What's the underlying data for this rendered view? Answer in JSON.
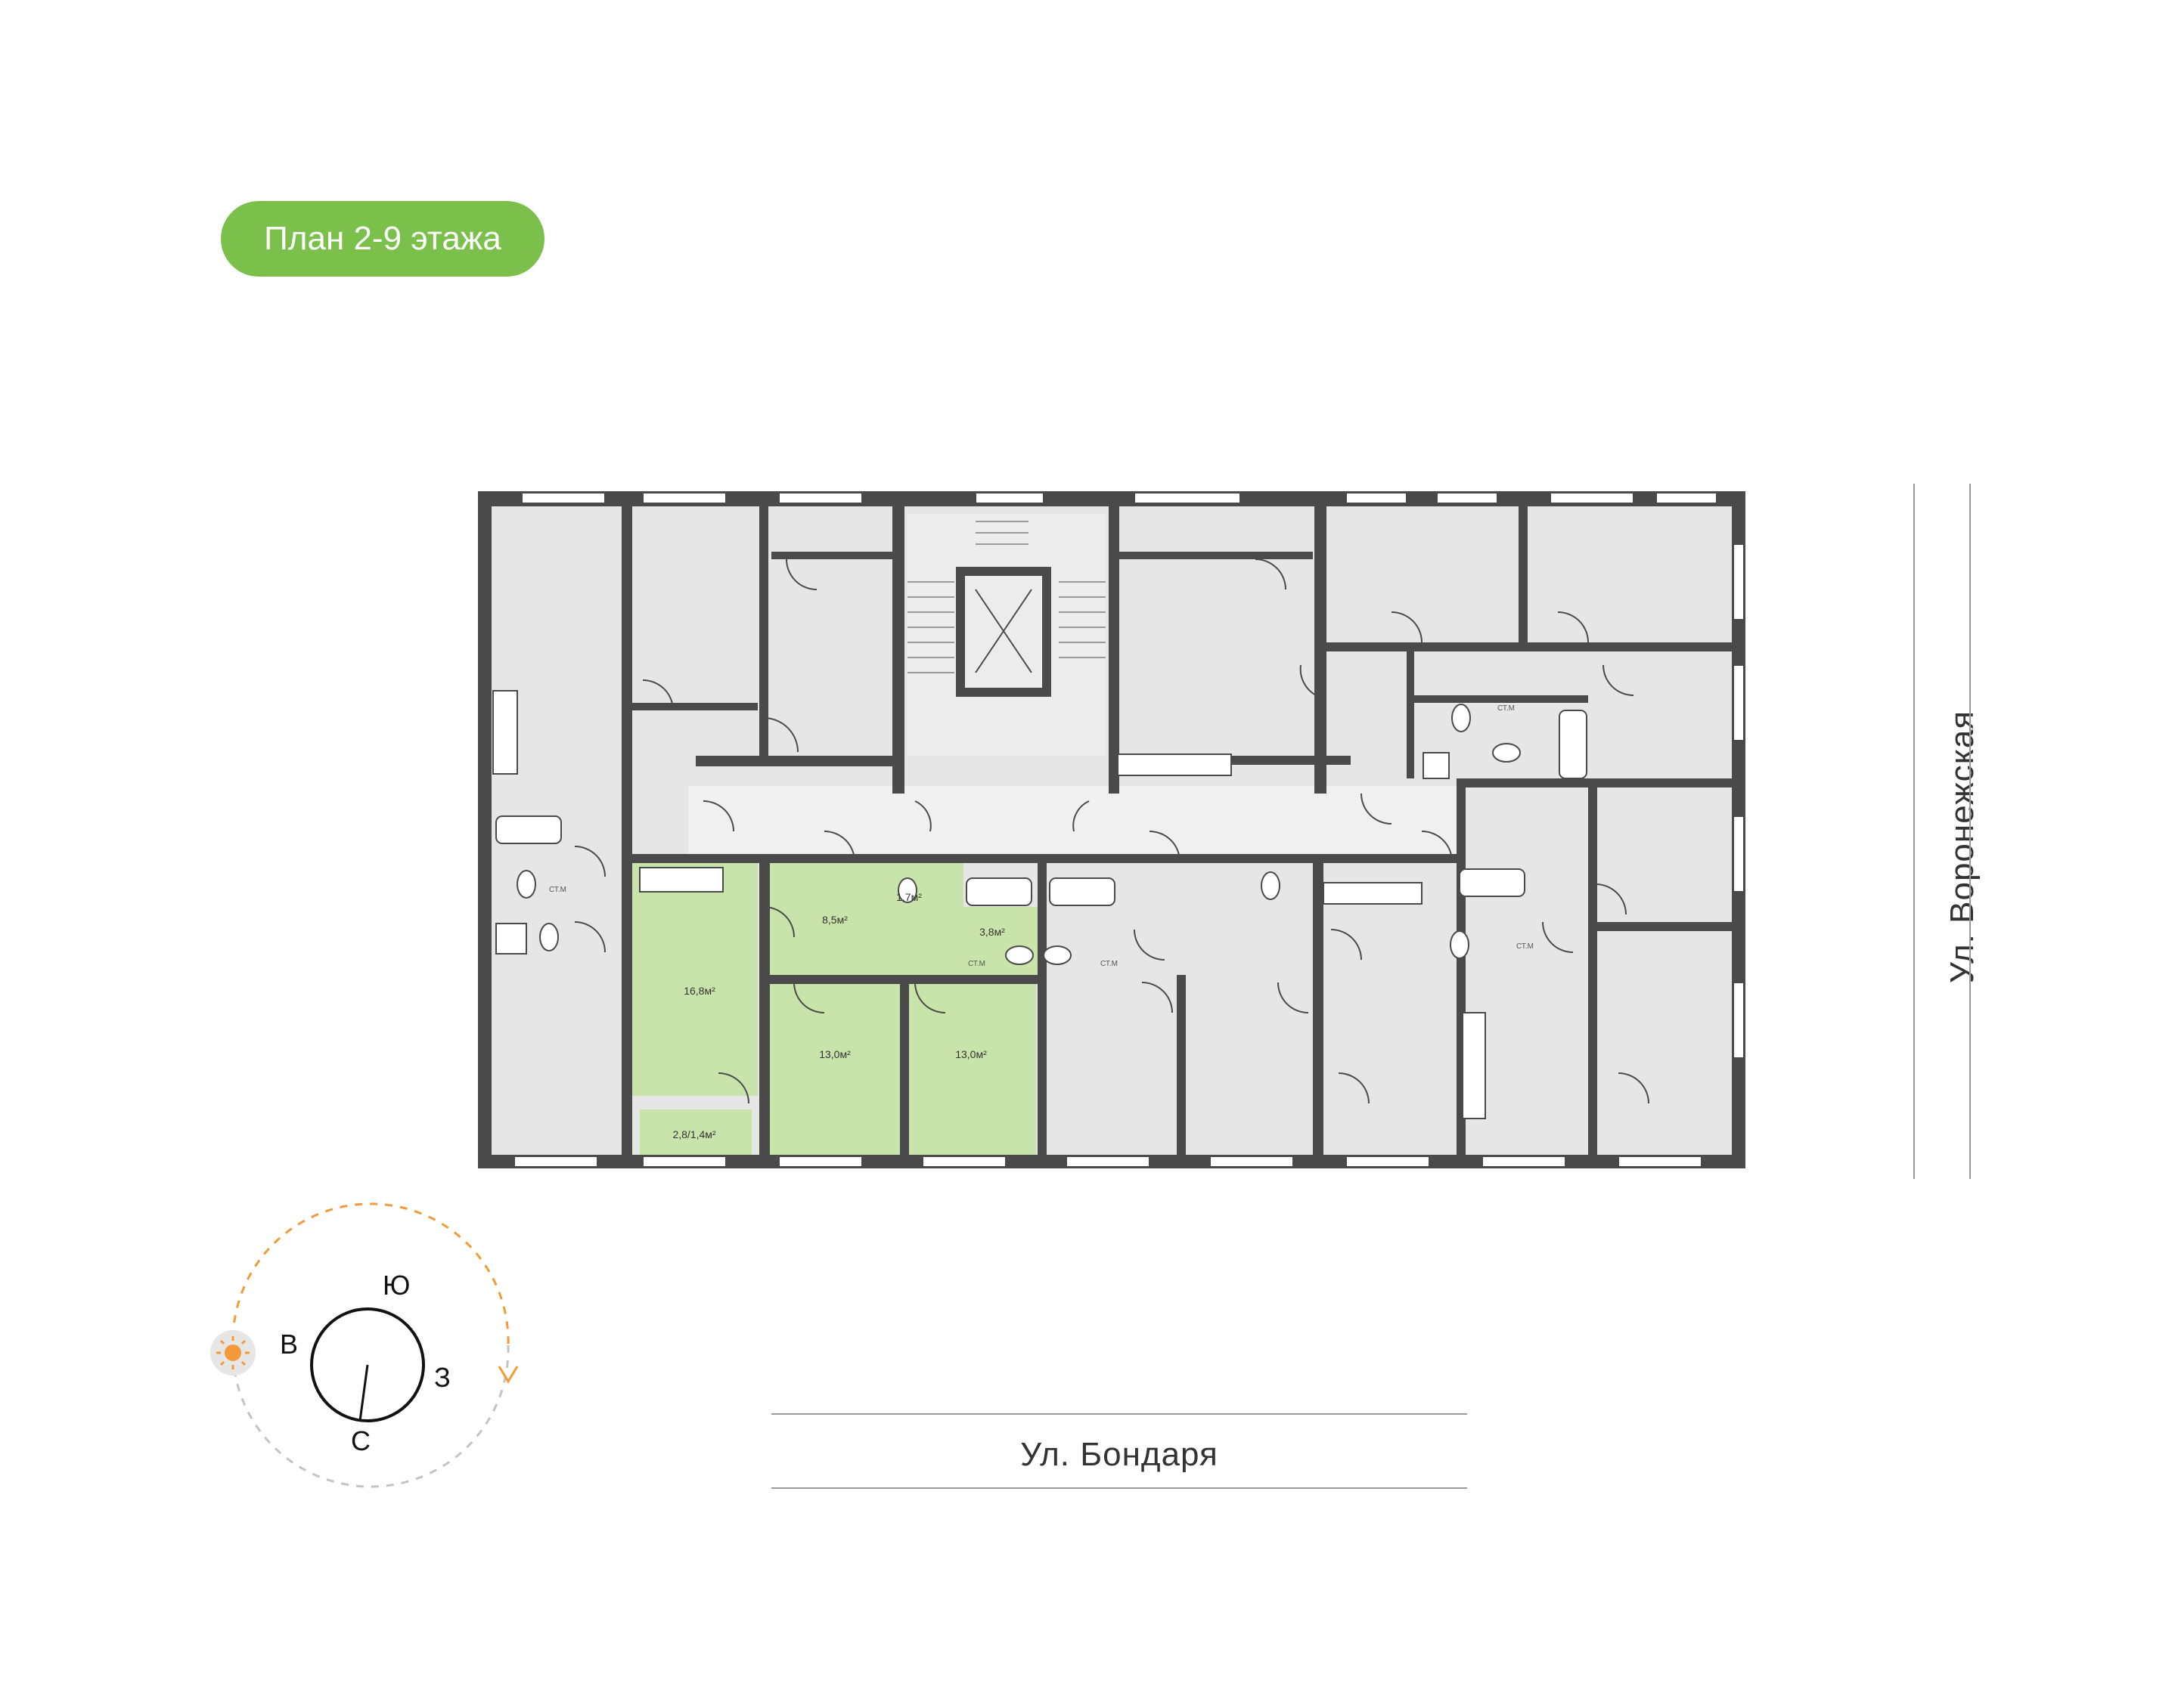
{
  "floor_plan_title": "План 2-9 этажа",
  "streets": {
    "bottom": "Ул. Бондаря",
    "right": "Ул. Воронежская"
  },
  "compass": {
    "south": "Ю",
    "east": "В",
    "west": "З",
    "north": "С"
  },
  "highlighted_apartment": {
    "color": "#c8e4aa",
    "rooms": [
      {
        "id": "kitchen-living",
        "area": "16,8м²"
      },
      {
        "id": "hall",
        "area": "8,5м²"
      },
      {
        "id": "wc",
        "area": "1,7м²"
      },
      {
        "id": "bathroom",
        "area": "3,8м²"
      },
      {
        "id": "bedroom-1",
        "area": "13,0м²"
      },
      {
        "id": "bedroom-2",
        "area": "13,0м²"
      },
      {
        "id": "balcony",
        "area": "2,8/1,4м²"
      }
    ]
  },
  "labels": {
    "storage": "СТ.М"
  },
  "colors": {
    "accent": "#7ac04a",
    "wall": "#4a4a4a",
    "room": "#e6e6e6",
    "sun": "#f39a3a"
  }
}
